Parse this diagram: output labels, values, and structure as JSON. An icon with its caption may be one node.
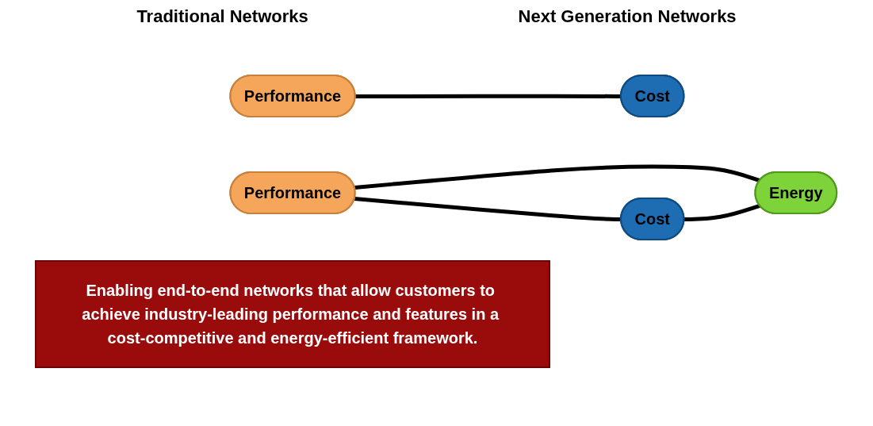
{
  "diagram": {
    "nodes": [
      {
        "text": [
          "Performance"
        ]
      },
      {
        "text": [
          "Cost"
        ]
      },
      {
        "text": [
          "Performance"
        ]
      },
      {
        "text": [
          "Cost"
        ]
      },
      {
        "text": [
          "Energy"
        ]
      },
      {
        "text": [
          "Enabling end-to-end networks that allow customers to achieve industry-leading performance and features in a cost-competitive and energy-efficient framework."
        ]
      }
    ],
    "edges": [
      {
        "from": 0,
        "to": 1,
        "arrow": "none"
      },
      {
        "from": 2,
        "to": 3,
        "arrow": "none"
      },
      {
        "from": 2,
        "to": 4,
        "arrow": "none"
      },
      {
        "from": 3,
        "to": 4,
        "arrow": "none"
      }
    ],
    "labels": [
      "Traditional Networks",
      "Next Generation Networks"
    ]
  }
}
